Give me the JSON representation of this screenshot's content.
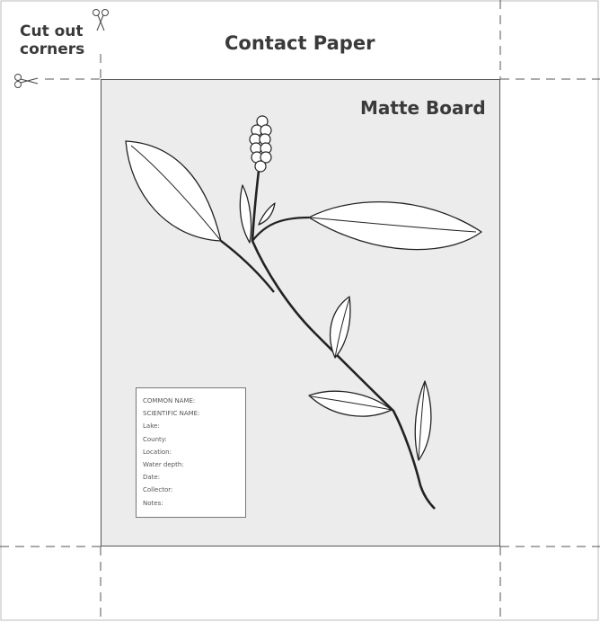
{
  "cut_label": {
    "line1": "Cut out",
    "line2": "corners"
  },
  "contact_paper": {
    "title": "Contact Paper"
  },
  "matte_board": {
    "title": "Matte Board"
  },
  "label_card": {
    "fields": [
      "COMMON NAME:",
      "SCIENTIFIC NAME:",
      "Lake:",
      "County:",
      "Location:",
      "Water depth:",
      "Date:",
      "Collector:",
      "Notes:"
    ]
  }
}
